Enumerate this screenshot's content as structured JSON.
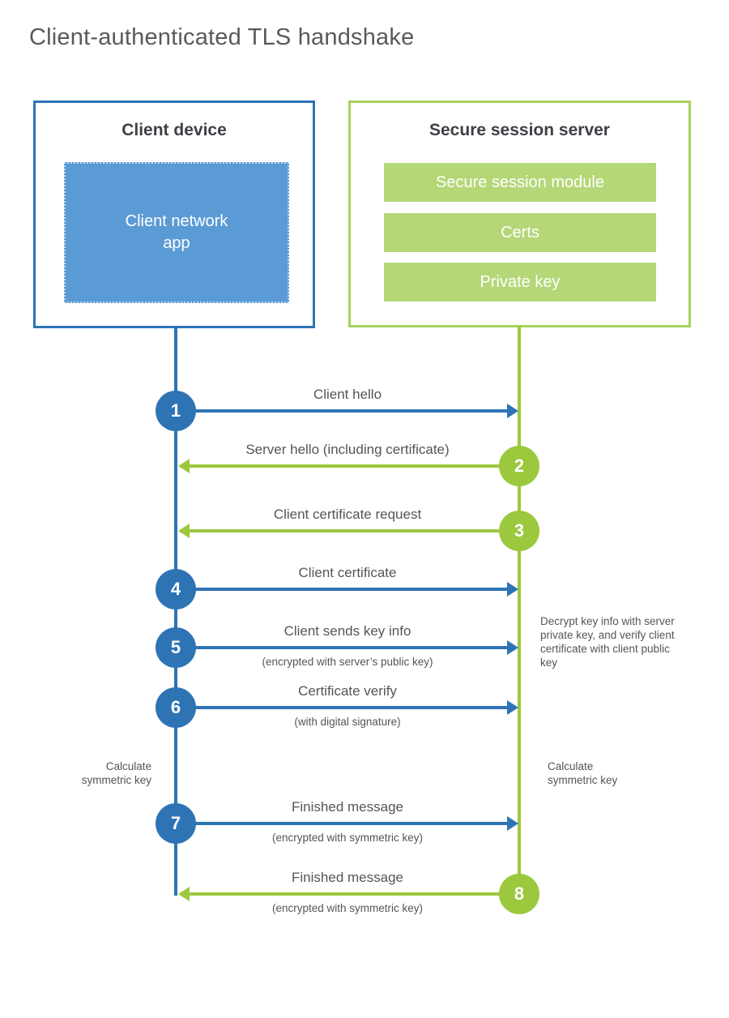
{
  "title": "Client-authenticated TLS handshake",
  "colors": {
    "client_accent": "#2e74b5",
    "client_fill": "#5b9bd5",
    "server_accent": "#9cc83e",
    "server_border": "#a8d25c",
    "server_fill": "#b5d778",
    "text_dark": "#3e4045",
    "text_gray": "#54555a"
  },
  "client_box": {
    "title": "Client device",
    "app_label": "Client network app"
  },
  "server_box": {
    "title": "Secure session server",
    "modules": [
      {
        "label": "Secure session module"
      },
      {
        "label": "Certs"
      },
      {
        "label": "Private key"
      }
    ]
  },
  "steps": [
    {
      "num": "1",
      "from": "client",
      "direction": "client-to-server",
      "label": "Client hello"
    },
    {
      "num": "2",
      "from": "server",
      "direction": "server-to-client",
      "label": "Server hello (including certificate)"
    },
    {
      "num": "3",
      "from": "server",
      "direction": "server-to-client",
      "label": "Client certificate request"
    },
    {
      "num": "4",
      "from": "client",
      "direction": "client-to-server",
      "label": "Client certificate"
    },
    {
      "num": "5",
      "from": "client",
      "direction": "client-to-server",
      "label": "Client sends key info",
      "sub": "(encrypted with server’s public key)"
    },
    {
      "num": "6",
      "from": "client",
      "direction": "client-to-server",
      "label": "Certificate verify",
      "sub": "(with digital signature)"
    },
    {
      "num": "7",
      "from": "client",
      "direction": "client-to-server",
      "label": "Finished message",
      "sub": "(encrypted with symmetric key)"
    },
    {
      "num": "8",
      "from": "server",
      "direction": "server-to-client",
      "label": "Finished message",
      "sub": "(encrypted with symmetric key)"
    }
  ],
  "notes": {
    "decrypt": "Decrypt key info with server private key, and verify client certificate with client public key",
    "calc_left": "Calculate symmetric key",
    "calc_right": "Calculate symmetric key"
  }
}
